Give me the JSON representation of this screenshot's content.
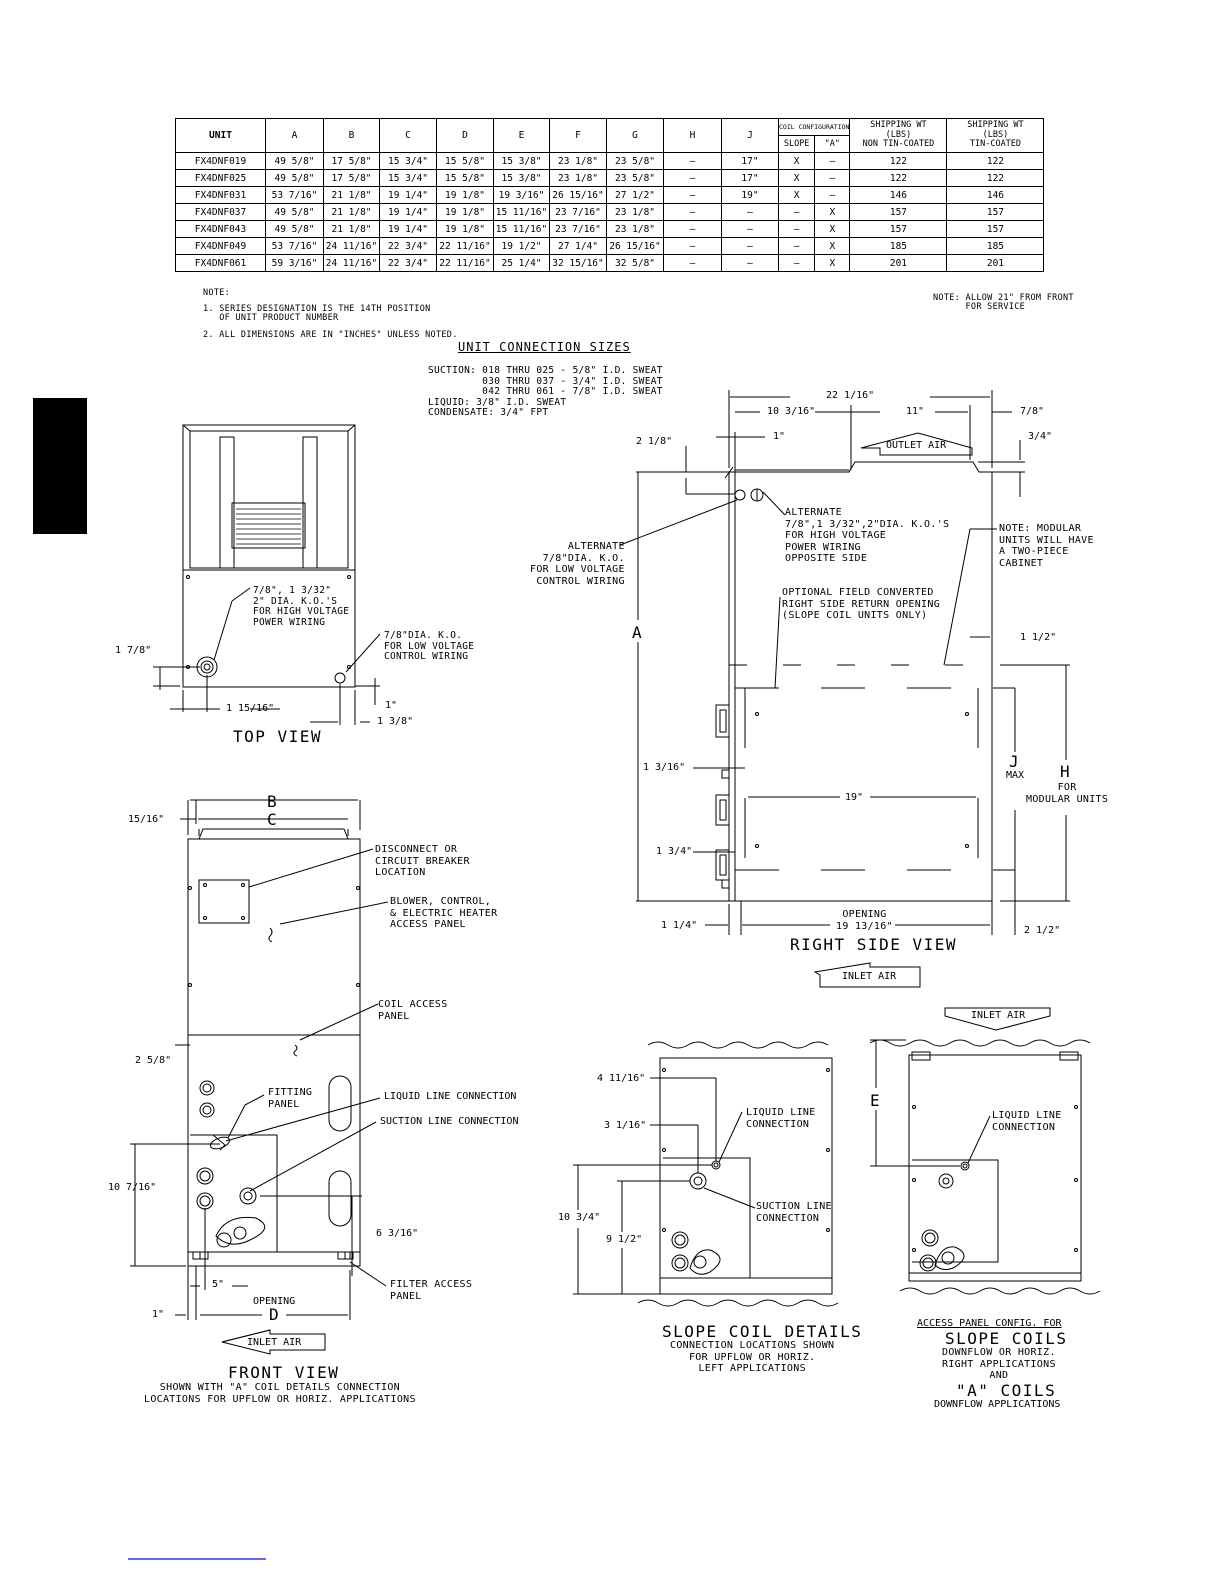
{
  "table": {
    "headers": {
      "unit": "UNIT",
      "a": "A",
      "b": "B",
      "c": "C",
      "d": "D",
      "e": "E",
      "f": "F",
      "g": "G",
      "h": "H",
      "j": "J",
      "coil_config": "COIL CONFIGURATION",
      "slope": "SLOPE",
      "a_coil": "\"A\"",
      "ship_non_tin_1": "SHIPPING WT",
      "ship_non_tin_2": "(LBS)",
      "ship_non_tin_3": "NON TIN-COATED",
      "ship_tin_1": "SHIPPING WT",
      "ship_tin_2": "(LBS)",
      "ship_tin_3": "TIN-COATED"
    },
    "rows": [
      [
        "FX4DNF019",
        "49 5/8\"",
        "17 5/8\"",
        "15 3/4\"",
        "15 5/8\"",
        "15 3/8\"",
        "23 1/8\"",
        "23 5/8\"",
        "—",
        "17\"",
        "X",
        "—",
        "122",
        "122"
      ],
      [
        "FX4DNF025",
        "49 5/8\"",
        "17 5/8\"",
        "15 3/4\"",
        "15 5/8\"",
        "15 3/8\"",
        "23 1/8\"",
        "23 5/8\"",
        "—",
        "17\"",
        "X",
        "—",
        "122",
        "122"
      ],
      [
        "FX4DNF031",
        "53 7/16\"",
        "21 1/8\"",
        "19 1/4\"",
        "19 1/8\"",
        "19 3/16\"",
        "26 15/16\"",
        "27 1/2\"",
        "—",
        "19\"",
        "X",
        "—",
        "146",
        "146"
      ],
      [
        "FX4DNF037",
        "49 5/8\"",
        "21 1/8\"",
        "19 1/4\"",
        "19 1/8\"",
        "15 11/16\"",
        "23 7/16\"",
        "23 1/8\"",
        "—",
        "—",
        "—",
        "X",
        "157",
        "157"
      ],
      [
        "FX4DNF043",
        "49 5/8\"",
        "21 1/8\"",
        "19 1/4\"",
        "19 1/8\"",
        "15 11/16\"",
        "23 7/16\"",
        "23 1/8\"",
        "—",
        "—",
        "—",
        "X",
        "157",
        "157"
      ],
      [
        "FX4DNF049",
        "53 7/16\"",
        "24 11/16\"",
        "22 3/4\"",
        "22 11/16\"",
        "19 1/2\"",
        "27 1/4\"",
        "26 15/16\"",
        "—",
        "—",
        "—",
        "X",
        "185",
        "185"
      ],
      [
        "FX4DNF061",
        "59 3/16\"",
        "24 11/16\"",
        "22 3/4\"",
        "22 11/16\"",
        "25 1/4\"",
        "32 15/16\"",
        "32 5/8\"",
        "—",
        "—",
        "—",
        "X",
        "201",
        "201"
      ]
    ]
  },
  "notes": {
    "title": "NOTE:",
    "note1": "1. SERIES DESIGNATION IS THE 14TH POSITION\n   OF UNIT PRODUCT NUMBER",
    "note2": "2. ALL DIMENSIONS ARE IN \"INCHES\" UNLESS NOTED.",
    "service": "NOTE: ALLOW 21\" FROM FRONT\n      FOR SERVICE"
  },
  "connections": {
    "title": "UNIT CONNECTION SIZES",
    "body": "SUCTION: 018 THRU 025 - 5/8\" I.D. SWEAT\n         030 THRU 037 - 3/4\" I.D. SWEAT\n         042 THRU 061 - 7/8\" I.D. SWEAT\nLIQUID: 3/8\" I.D. SWEAT\nCONDENSATE: 3/4\" FPT"
  },
  "top_view": {
    "title": "TOP VIEW",
    "ko_high": "7/8\", 1 3/32\"\n2\" DIA. K.O.'S\nFOR HIGH VOLTAGE\nPOWER WIRING",
    "ko_low": "7/8\"DIA. K.O.\nFOR LOW VOLTAGE\nCONTROL WIRING",
    "d_1_7_8": "1 7/8\"",
    "d_1_15_16": "1 15/16\"",
    "d_1": "1\"",
    "d_1_3_8": "1 3/8\""
  },
  "front_view": {
    "title": "FRONT VIEW",
    "subtitle": "SHOWN WITH \"A\" COIL DETAILS CONNECTION\nLOCATIONS FOR UPFLOW OR HORIZ. APPLICATIONS",
    "dim_b": "B",
    "dim_c": "C",
    "dim_d": "D",
    "d_15_16": "15/16\"",
    "d_2_5_8": "2 5/8\"",
    "d_10_7_16": "10 7/16\"",
    "d_6_3_16": "6 3/16\"",
    "d_5": "5\"",
    "d_1": "1\"",
    "opening": "OPENING",
    "disconnect": "DISCONNECT OR\nCIRCUIT BREAKER\nLOCATION",
    "blower": "BLOWER, CONTROL,\n& ELECTRIC HEATER\nACCESS PANEL",
    "coil_access": "COIL ACCESS\nPANEL",
    "fitting": "FITTING\nPANEL",
    "liquid": "LIQUID LINE CONNECTION",
    "suction": "SUCTION LINE CONNECTION",
    "filter": "FILTER ACCESS\nPANEL",
    "inlet": "INLET AIR"
  },
  "right_view": {
    "title": "RIGHT SIDE VIEW",
    "d_22_1_16": "22 1/16\"",
    "d_10_3_16": "10 3/16\"",
    "d_11": "11\"",
    "d_7_8": "7/8\"",
    "d_2_1_8": "2 1/8\"",
    "d_1": "1\"",
    "d_3_4": "3/4\"",
    "d_1_1_2": "1 1/2\"",
    "d_1_3_16": "1 3/16\"",
    "d_1_3_4": "1 3/4\"",
    "d_19": "19\"",
    "d_1_1_4": "1 1/4\"",
    "d_2_1_2": "2 1/2\"",
    "dim_a": "A",
    "dim_j": "J",
    "max": "MAX",
    "dim_h": "H",
    "modular": "FOR\nMODULAR UNITS",
    "outlet": "OUTLET AIR",
    "inlet": "INLET AIR",
    "alt_right": "ALTERNATE\n7/8\",1 3/32\",2\"DIA. K.O.'S\nFOR HIGH VOLTAGE\nPOWER WIRING\nOPPOSITE SIDE",
    "alt_left": "ALTERNATE\n7/8\"DIA. K.O.\nFOR LOW VOLTAGE\nCONTROL WIRING",
    "modular_note": "NOTE: MODULAR\nUNITS WILL HAVE\nA TWO-PIECE\nCABINET",
    "optional": "OPTIONAL FIELD CONVERTED\nRIGHT SIDE RETURN OPENING\n(SLOPE COIL UNITS ONLY)",
    "opening": "OPENING\n19 13/16\""
  },
  "slope_detail": {
    "title": "SLOPE COIL DETAILS",
    "subtitle": "CONNECTION LOCATIONS SHOWN\nFOR UPFLOW OR HORIZ.\nLEFT APPLICATIONS",
    "d_4_11_16": "4 11/16\"",
    "d_3_1_16": "3 1/16\"",
    "d_10_3_4": "10 3/4\"",
    "d_9_1_2": "9 1/2\"",
    "liquid": "LIQUID LINE\nCONNECTION",
    "suction": "SUCTION LINE\nCONNECTION"
  },
  "access_detail": {
    "header": "ACCESS PANEL CONFIG. FOR",
    "slope": "SLOPE COILS",
    "slope_sub": "DOWNFLOW OR HORIZ.\nRIGHT APPLICATIONS\nAND",
    "a_coils": "\"A\" COILS",
    "a_sub": "DOWNFLOW APPLICATIONS",
    "inlet": "INLET AIR",
    "dim_e": "E",
    "liquid": "LIQUID LINE\nCONNECTION"
  }
}
